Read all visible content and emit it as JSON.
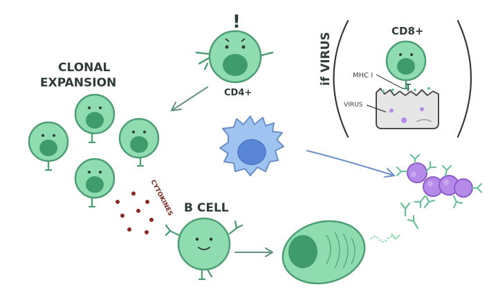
{
  "labels": {
    "exclamation": "!",
    "cd4": "CD4+",
    "clonal_line1": "CLONAL",
    "clonal_line2": "EXPANSION",
    "virus_heading": "if VIRUS",
    "cd8": "CD8+",
    "mhc1": "MHC I",
    "virus": "VIRUS",
    "cytokines": "CYTOKINES",
    "bcell": "B CELL"
  },
  "colors": {
    "cell_fill": "#8fdcb0",
    "cell_stroke": "#4c9c74",
    "cell_mouth": "#3f9b6c",
    "macrophage_fill": "#9fc4f2",
    "macrophage_nucleus": "#5a86d8",
    "arrow": "#5e8f80",
    "blue_arrow": "#6a8fc8",
    "virus_purple": "#b68ae8",
    "cytokine": "#8a2a22",
    "host_cell_fill": "#e6e6e6"
  }
}
